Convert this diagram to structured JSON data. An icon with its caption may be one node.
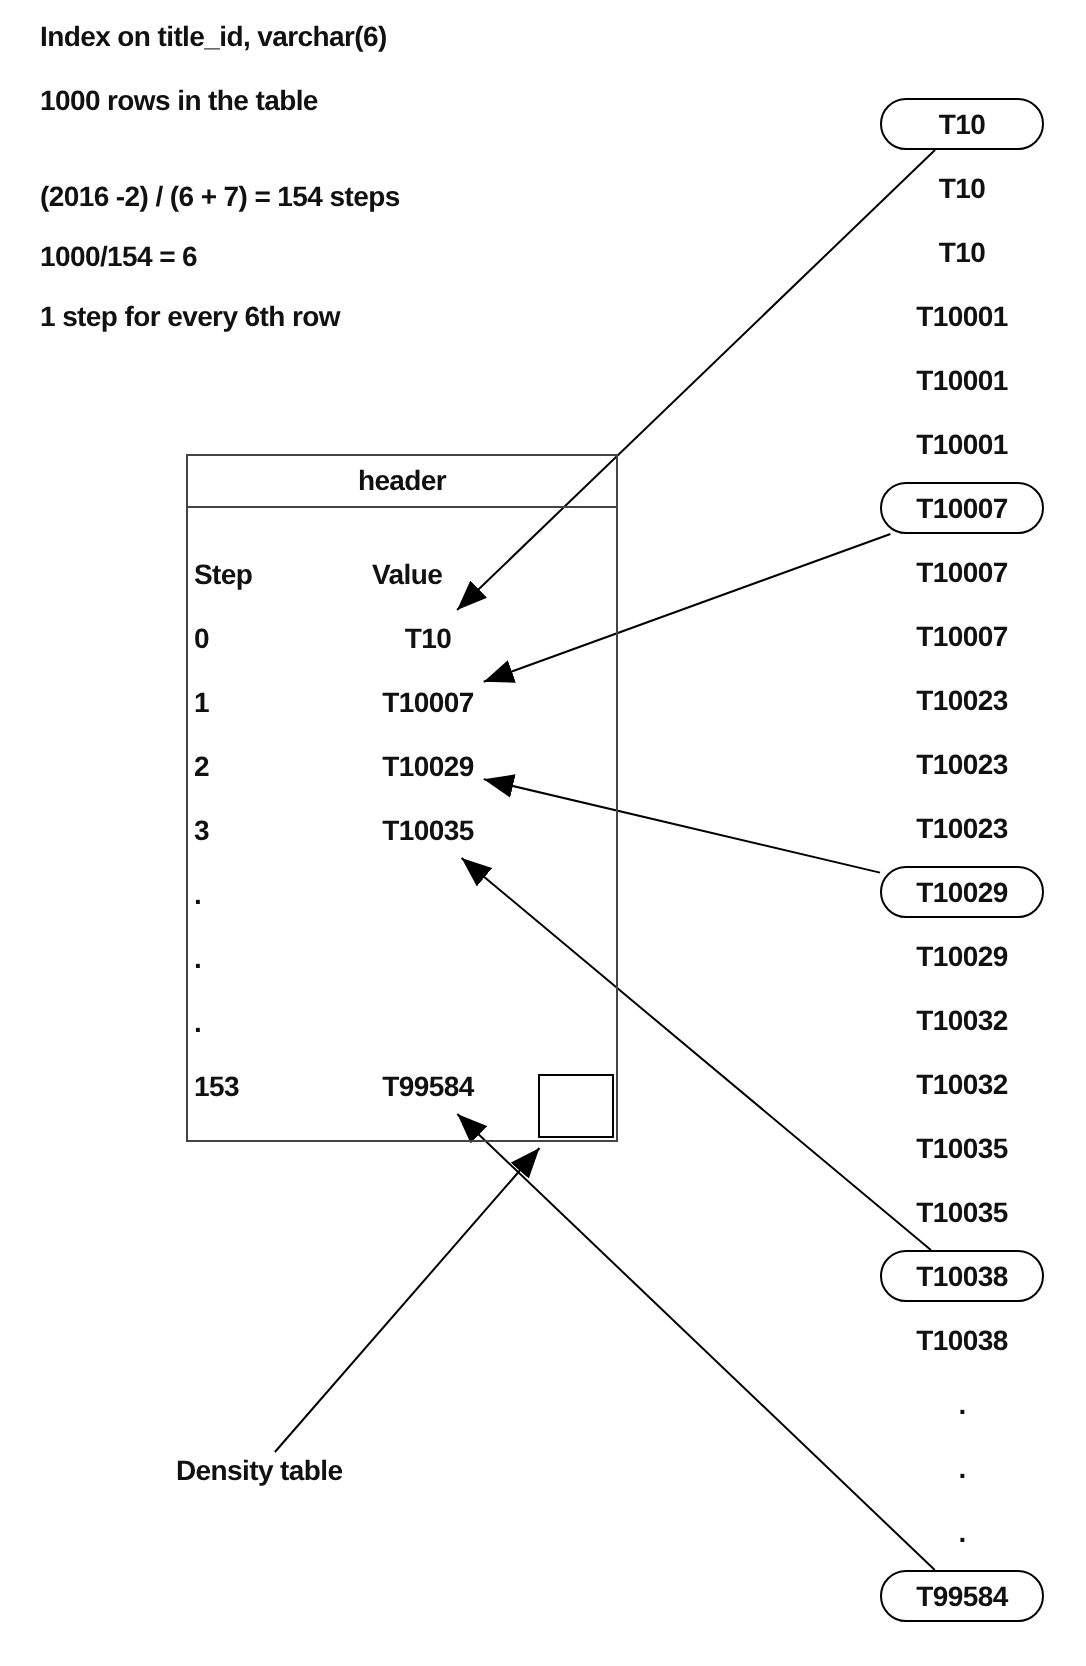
{
  "diagram": {
    "nodes": [
      {
        "text": [
          "header"
        ]
      },
      {
        "text": [
          "T10"
        ],
        "in": 0
      },
      {
        "text": [
          "T10007"
        ],
        "in": 0
      },
      {
        "text": [
          "T10029"
        ],
        "in": 0
      },
      {
        "text": [
          "T10035"
        ],
        "in": 0
      },
      {
        "text": [
          "T99584"
        ],
        "in": 0
      },
      {
        "text": [],
        "shape": "box",
        "in": 0
      },
      {
        "text": [
          "T10"
        ]
      },
      {
        "text": [
          "T10007"
        ]
      },
      {
        "text": [
          "T10029"
        ]
      },
      {
        "text": [
          "T10038"
        ]
      },
      {
        "text": [
          "T99584"
        ]
      },
      {
        "text": [
          "Density table"
        ]
      }
    ],
    "edges": [
      {
        "from": 7,
        "to": 1,
        "arrow": "to"
      },
      {
        "from": 8,
        "to": 2,
        "arrow": "to"
      },
      {
        "from": 9,
        "to": 3,
        "arrow": "to"
      },
      {
        "from": 10,
        "to": 4,
        "arrow": "to"
      },
      {
        "from": 11,
        "to": 5,
        "arrow": "to"
      },
      {
        "from": 12,
        "to": 6,
        "arrow": "to"
      }
    ],
    "labels": [
      "Index on title_id, varchar(6)",
      "1000 rows in the table",
      "(2016 -2) / (6 + 7) = 154 steps",
      "1000/154 = 6",
      "1 step for every 6th row",
      "Step",
      "Value",
      "0",
      "1",
      "2",
      "3",
      ".",
      ".",
      ".",
      "153",
      "T10",
      "T10",
      "T10001",
      "T10001",
      "T10001",
      "T10007",
      "T10007",
      "T10023",
      "T10023",
      "T10023",
      "T10029",
      "T10032",
      "T10032",
      "T10035",
      "T10035",
      "T10038",
      ".",
      ".",
      "."
    ]
  }
}
